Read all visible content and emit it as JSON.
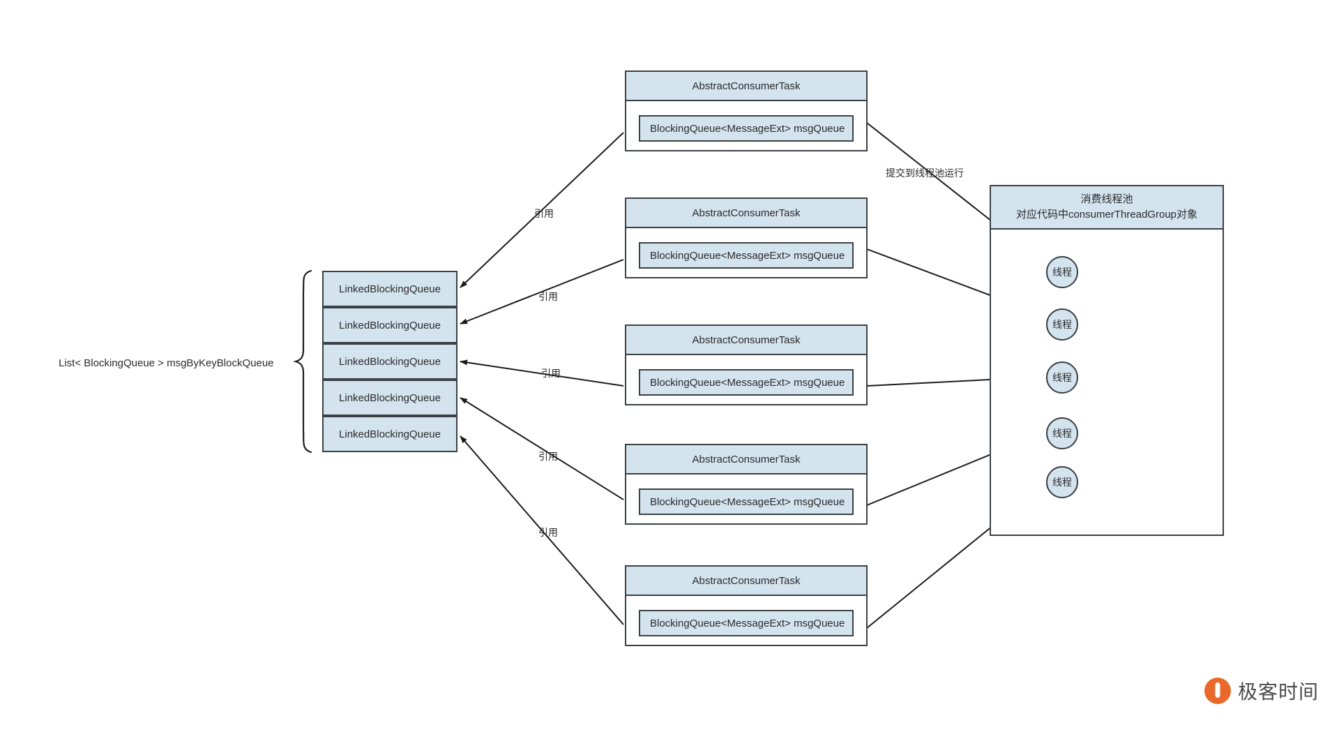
{
  "diagram": {
    "title": "RocketMQ 顺序消费线程模型",
    "colors": {
      "node_fill": "#d4e4ef",
      "node_stroke": "#3b4044",
      "plain_fill": "#ffffff",
      "text": "#2a2a2a",
      "brand_orange": "#e8692a",
      "background": "#ffffff"
    },
    "queue_group": {
      "label": "List< BlockingQueue > msgByKeyBlockQueue",
      "brace": "{",
      "items": [
        {
          "label": "LinkedBlockingQueue"
        },
        {
          "label": "LinkedBlockingQueue"
        },
        {
          "label": "LinkedBlockingQueue"
        },
        {
          "label": "LinkedBlockingQueue"
        },
        {
          "label": "LinkedBlockingQueue"
        }
      ]
    },
    "tasks": [
      {
        "title": "AbstractConsumerTask",
        "field": "BlockingQueue<MessageExt> msgQueue"
      },
      {
        "title": "AbstractConsumerTask",
        "field": "BlockingQueue<MessageExt> msgQueue"
      },
      {
        "title": "AbstractConsumerTask",
        "field": "BlockingQueue<MessageExt> msgQueue"
      },
      {
        "title": "AbstractConsumerTask",
        "field": "BlockingQueue<MessageExt> msgQueue"
      },
      {
        "title": "AbstractConsumerTask",
        "field": "BlockingQueue<MessageExt> msgQueue"
      }
    ],
    "thread_pool": {
      "header_line1": "消费线程池",
      "header_line2": "对应代码中consumerThreadGroup对象",
      "threads": [
        {
          "label": "线程"
        },
        {
          "label": "线程"
        },
        {
          "label": "线程"
        },
        {
          "label": "线程"
        },
        {
          "label": "线程"
        }
      ]
    },
    "edge_labels": {
      "reference_1": "引用",
      "reference_2": "引用",
      "reference_3": "引用",
      "reference_4": "引用",
      "reference_5": "引用",
      "submit_to_pool": "提交到线程池运行"
    },
    "brand": {
      "name": "极客时间"
    }
  }
}
